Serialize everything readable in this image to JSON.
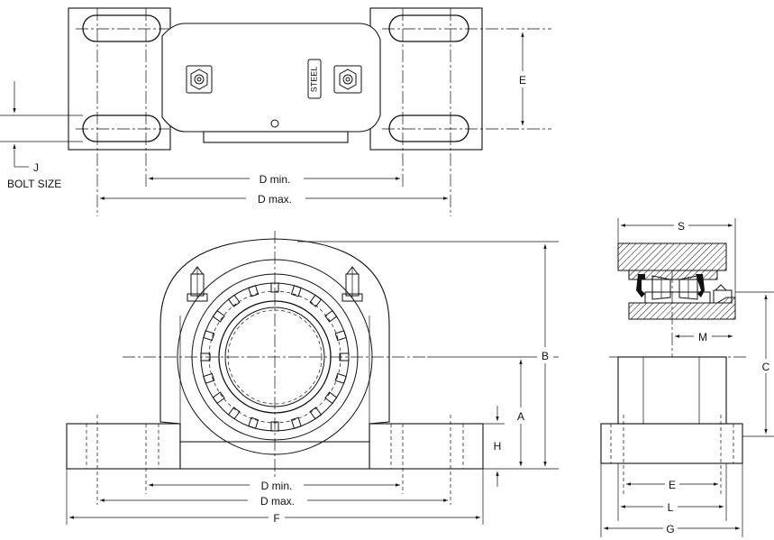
{
  "top_view": {
    "material_marking": "STEEL",
    "labels": {
      "d_min": "D min.",
      "d_max": "D max.",
      "e": "E",
      "j": "J",
      "bolt_size": "BOLT SIZE"
    }
  },
  "front_view": {
    "labels": {
      "d_min": "D min.",
      "d_max": "D max.",
      "f": "F",
      "a": "A",
      "b": "B",
      "h": "H"
    }
  },
  "side_view": {
    "labels": {
      "s": "S",
      "m": "M",
      "c": "C",
      "e": "E",
      "l": "L",
      "g": "G"
    }
  }
}
